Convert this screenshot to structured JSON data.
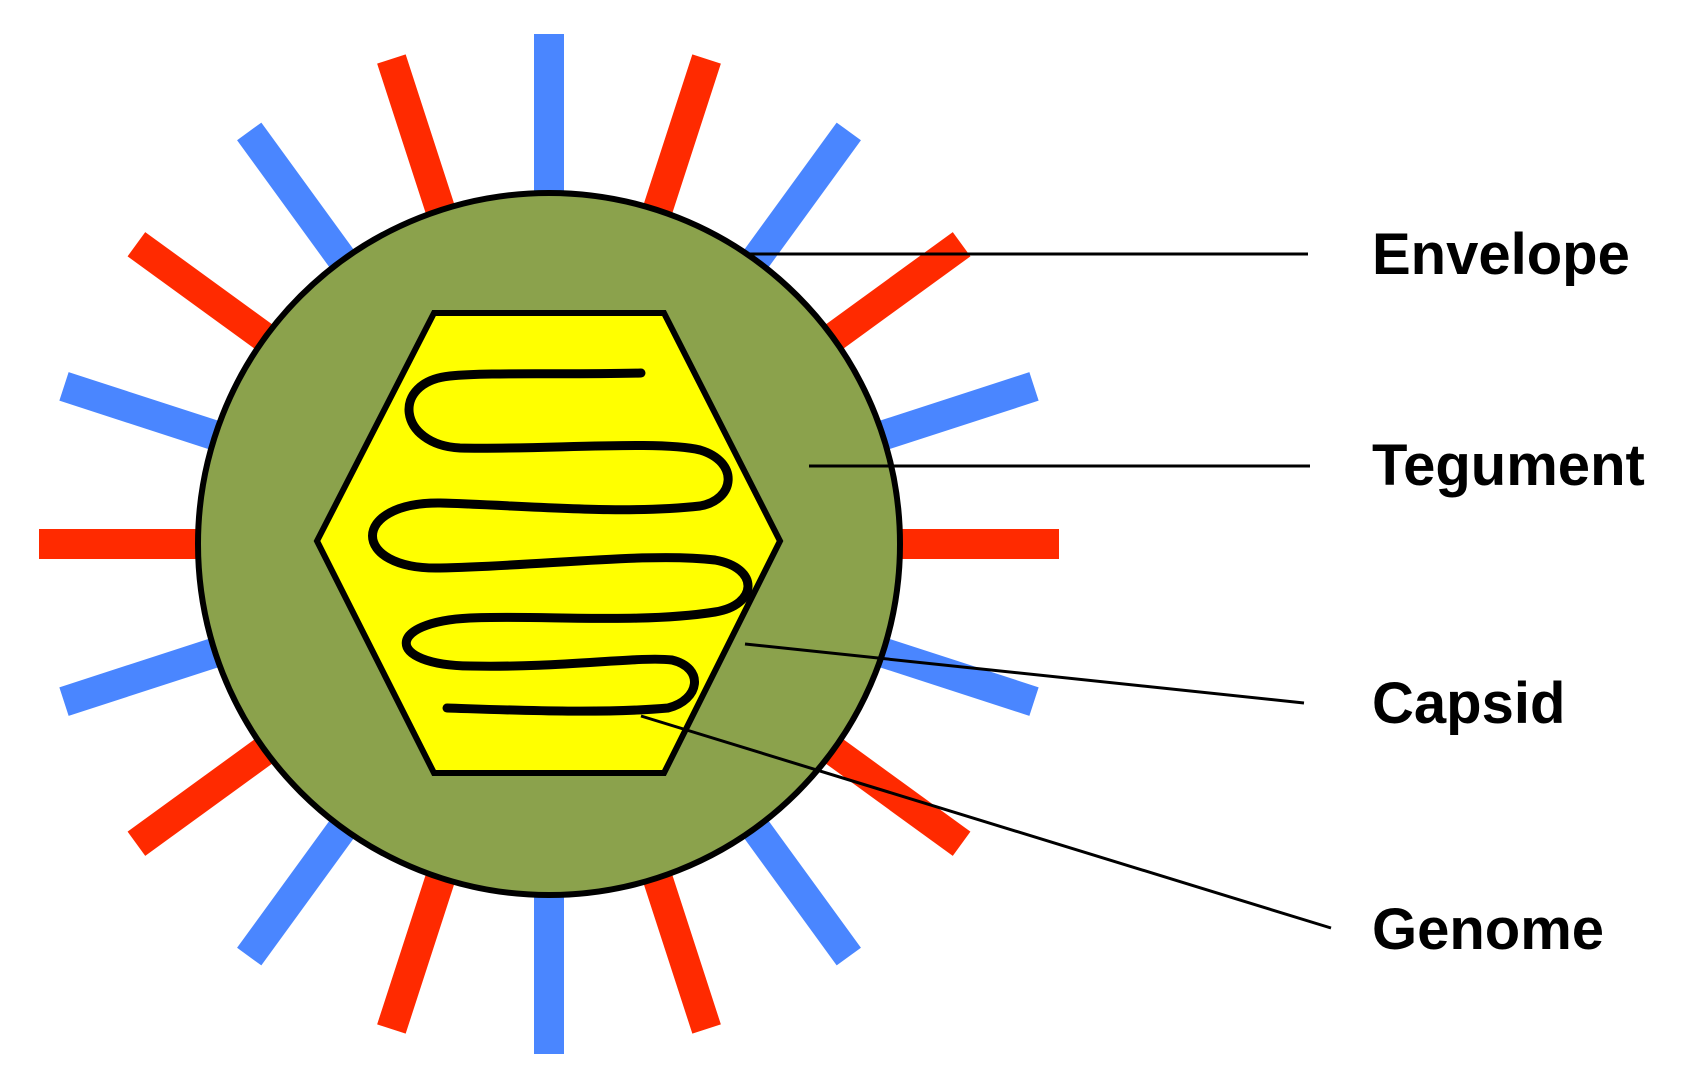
{
  "labels": {
    "envelope": "Envelope",
    "tegument": "Tegument",
    "capsid": "Capsid",
    "genome": "Genome"
  },
  "colors": {
    "tegument_fill": "#8BA24C",
    "capsid_fill": "#FFFF00",
    "spike_red": "#FF2A00",
    "spike_blue": "#4A86FF",
    "outline": "#000000",
    "background": "#FFFFFF"
  },
  "spikes": {
    "count": 20,
    "color_pattern": [
      "blue",
      "red"
    ]
  }
}
